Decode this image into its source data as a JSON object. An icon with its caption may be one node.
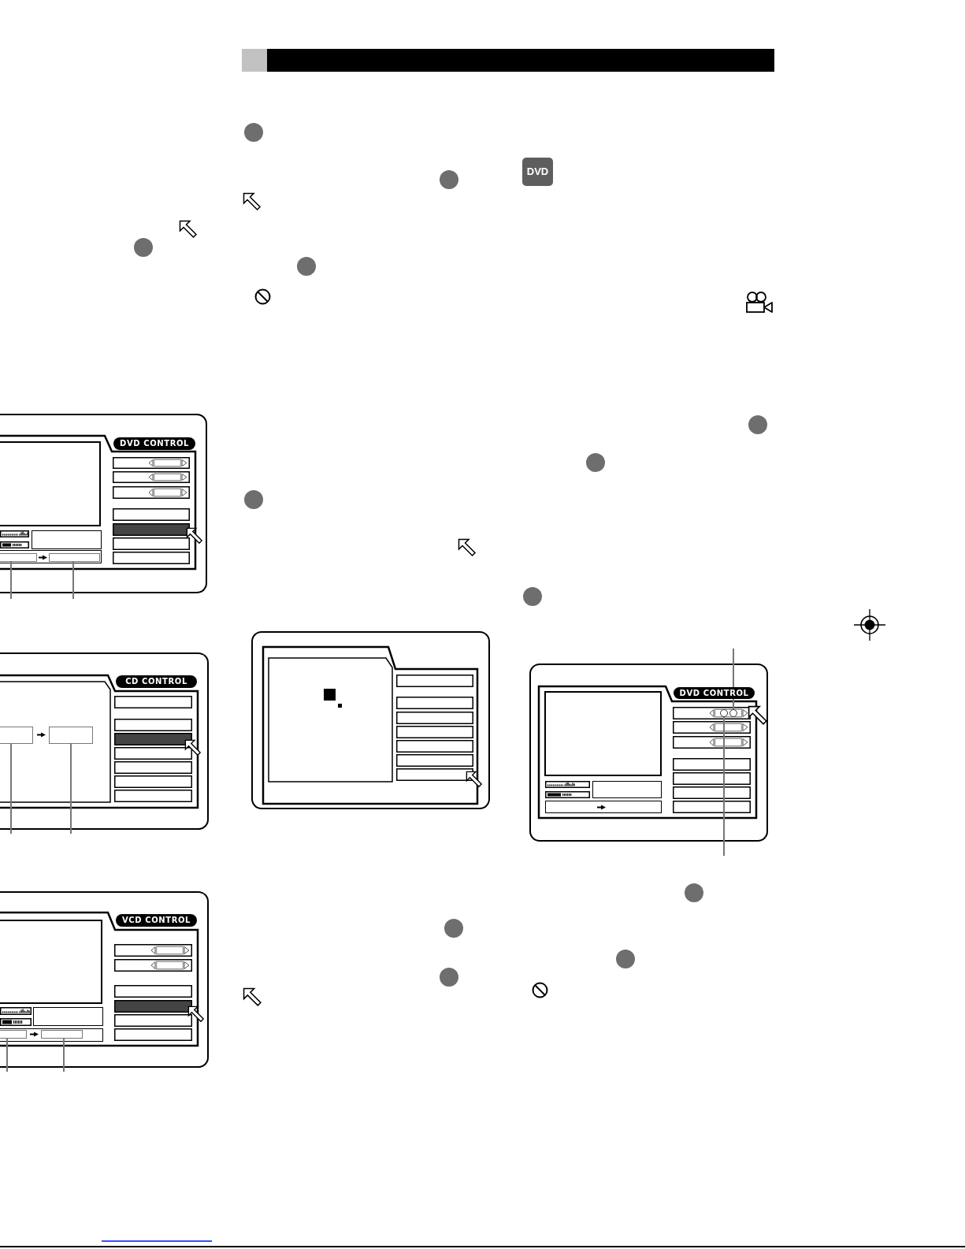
{
  "diagram": {
    "nodes": [
      {
        "text": [
          "DVD CONTROL"
        ]
      },
      {
        "text": [],
        "shape": "box",
        "in": 0
      },
      {
        "text": [],
        "shape": "box",
        "in": 0
      },
      {
        "text": [
          "CD CONTROL"
        ]
      },
      {
        "text": [],
        "shape": "box",
        "in": 3
      },
      {
        "text": [],
        "shape": "box",
        "in": 3
      },
      {
        "text": [
          "VCD CONTROL"
        ]
      },
      {
        "text": [],
        "shape": "box",
        "in": 6
      },
      {
        "text": [],
        "shape": "box",
        "in": 6
      },
      {
        "text": [],
        "shape": "box"
      },
      {
        "text": [
          "DVD CONTROL"
        ]
      },
      {
        "text": [],
        "shape": "circle",
        "in": 10
      },
      {
        "text": [],
        "shape": "circle",
        "in": 10
      }
    ],
    "edges": [
      {
        "from": null,
        "to": 1,
        "arrow": "none"
      },
      {
        "from": null,
        "to": 2,
        "arrow": "none"
      },
      {
        "from": null,
        "to": 4,
        "arrow": "none"
      },
      {
        "from": null,
        "to": 5,
        "arrow": "none"
      },
      {
        "from": null,
        "to": 7,
        "arrow": "none"
      },
      {
        "from": null,
        "to": 8,
        "arrow": "none"
      },
      {
        "from": null,
        "to": 12,
        "arrow": "none"
      },
      {
        "from": null,
        "to": 11,
        "arrow": "none"
      }
    ],
    "labels": [
      "DVD"
    ]
  }
}
